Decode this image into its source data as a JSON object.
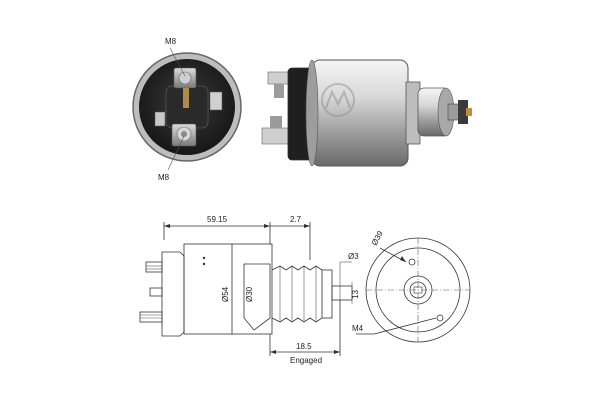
{
  "photo": {
    "end_view_callouts": {
      "top": "M8",
      "bottom": "M8"
    }
  },
  "drawing": {
    "dims": {
      "overall_length": "59.15",
      "offset": "2.7",
      "body_diameter": "Ø54",
      "boss_diameter": "Ø30",
      "pin_diameter": "Ø3",
      "pin_length": "13",
      "plunger_travel": "18.5",
      "travel_note": "Engaged",
      "flange_diameter": "Ø39",
      "mount_thread": "M4"
    }
  },
  "colors": {
    "metal_light": "#e4e4e4",
    "metal_mid": "#b5b5b5",
    "metal_dark": "#6d6d6d",
    "black": "#1b1b1b",
    "copper": "#c58a3c"
  }
}
